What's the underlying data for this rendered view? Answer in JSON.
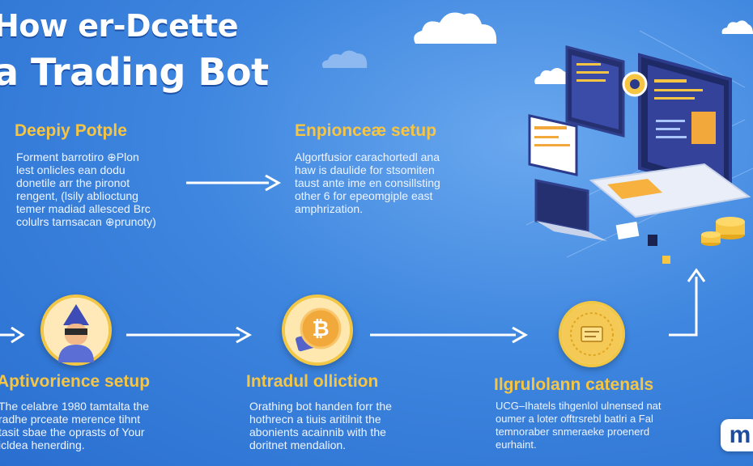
{
  "title": {
    "line1": "How er-Dcette",
    "line2": "a Trading Bot"
  },
  "steps": [
    {
      "heading": "Deepiy Potple",
      "body": [
        "Forment barrotiro ⊕Plon",
        "lest onlicles ean dodu",
        "donetile arr the pironot",
        "rengent, (lsily ablioctung",
        "temer madiad allesced Brc",
        "colulrs tarnsacan ⊕prunoty)"
      ]
    },
    {
      "heading": "Enpionceæ setup",
      "body": [
        "Algortfusior carachortedl ana",
        "haw is daulide for stsomiten",
        "taust ante ime en consillsting",
        "other 6 for epeomgiple east",
        "amphrization."
      ]
    },
    {
      "heading": "Aptivorience setup",
      "body": [
        "The celabre 1980 tamtalta the",
        "radhe prceate merence tihnt",
        "tasit sbae the oprasts of Your",
        "icldea henerding."
      ]
    },
    {
      "heading": "Intradul olliction",
      "body": [
        "Orathing bot handen forr the",
        "hothrecn a tiuis aritilnit the",
        "abonients acainnib with the",
        "doritnet mendalion."
      ]
    },
    {
      "heading": "Ilgrulolann catenals",
      "body": [
        "UCG–Ihatels tihgenlol ulnensed nat",
        "oumer a loter offtrsrebl batlri a Fal",
        "temnoraber snmeraeke proenerd",
        "eurhaint."
      ]
    }
  ],
  "icons": {
    "step3": "developer-avatar-icon",
    "step4": "bitcoin-coin-icon",
    "step5": "trading-medallion-icon"
  },
  "illustration": "computer-trading-dashboard-illustration",
  "logo": {
    "text": "m"
  },
  "colors": {
    "background": "#3e86df",
    "heading": "#f6c544",
    "circle_border": "#f2c746",
    "title": "#ffffff"
  }
}
